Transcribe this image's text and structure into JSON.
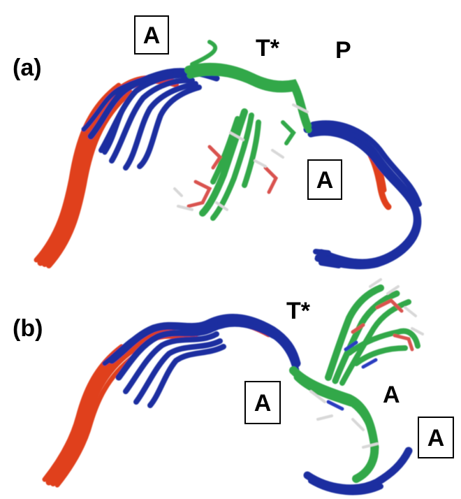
{
  "panels": [
    {
      "label": "(a)",
      "residues": {
        "boxed_first": "A",
        "modified": "T*",
        "third": "P",
        "boxed_second": "A"
      }
    },
    {
      "label": "(b)",
      "residues": {
        "modified": "T*",
        "boxed_first": "A",
        "unboxed": "A",
        "boxed_second": "A"
      }
    }
  ],
  "colors": {
    "backbone_blue": "#1a2fa0",
    "backbone_red": "#e0401c",
    "residue_green": "#32a84a",
    "atom_red": "#d9534f",
    "atom_white": "#d8d8d8",
    "atom_blue": "#2a3ec0"
  }
}
